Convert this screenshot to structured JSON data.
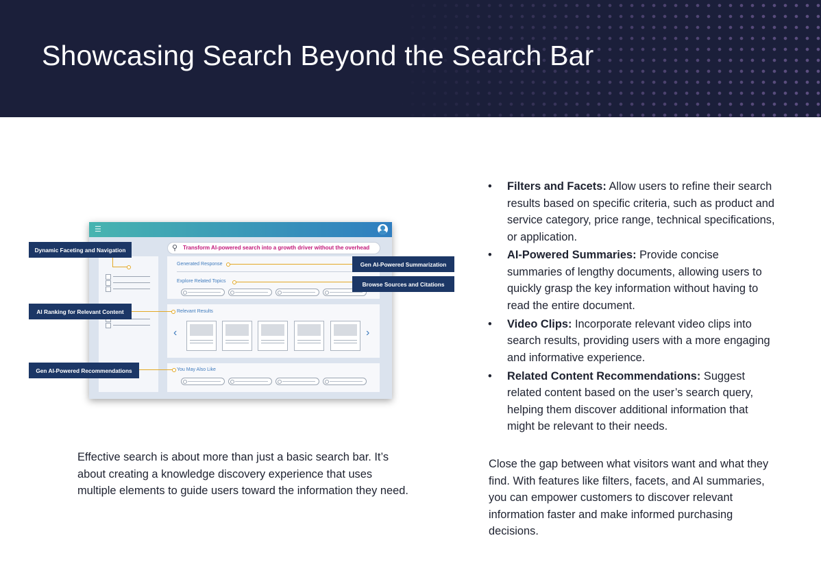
{
  "title": "Showcasing Search Beyond the Search Bar",
  "mockup": {
    "search_query": "Transform AI-powered search into a growth driver without the overhead",
    "generated_response": "Generated Response",
    "explore_topics": "Explore Related Topics",
    "relevant_results": "Relevant Results",
    "you_may_also_like": "You May Also Like",
    "callouts": {
      "faceting": "Dynamic Faceting and Navigation",
      "ranking": "AI Ranking for Relevant Content",
      "recommendations": "Gen AI-Powered Recommendations",
      "summarization": "Gen AI-Powered Summarization",
      "sources": "Browse Sources and Citations"
    }
  },
  "intro": "Effective search is about more than just a basic search bar. It’s about creating a knowledge discovery experience that uses multiple elements to guide users toward the information they need.",
  "bullets": [
    {
      "bold": "Filters and Facets:",
      "text": " Allow users to refine their search results based on specific criteria, such as product and service category, price range, technical specifications, or application."
    },
    {
      "bold": "AI-Powered Summaries:",
      "text": " Provide concise summaries of lengthy documents, allowing users to quickly grasp the key information without having to read the entire document."
    },
    {
      "bold": "Video Clips:",
      "text": " Incorporate relevant video clips into search results, providing users with a more engaging and informative experience."
    },
    {
      "bold": "Related Content Recommendations:",
      "text": " Suggest related content based on the user’s search query, helping them discover additional information that might be relevant to their needs."
    }
  ],
  "closing": "Close the gap between what visitors want and what they find. With features like filters, facets, and AI summaries, you can empower customers to discover relevant information faster and make informed purchasing decisions."
}
